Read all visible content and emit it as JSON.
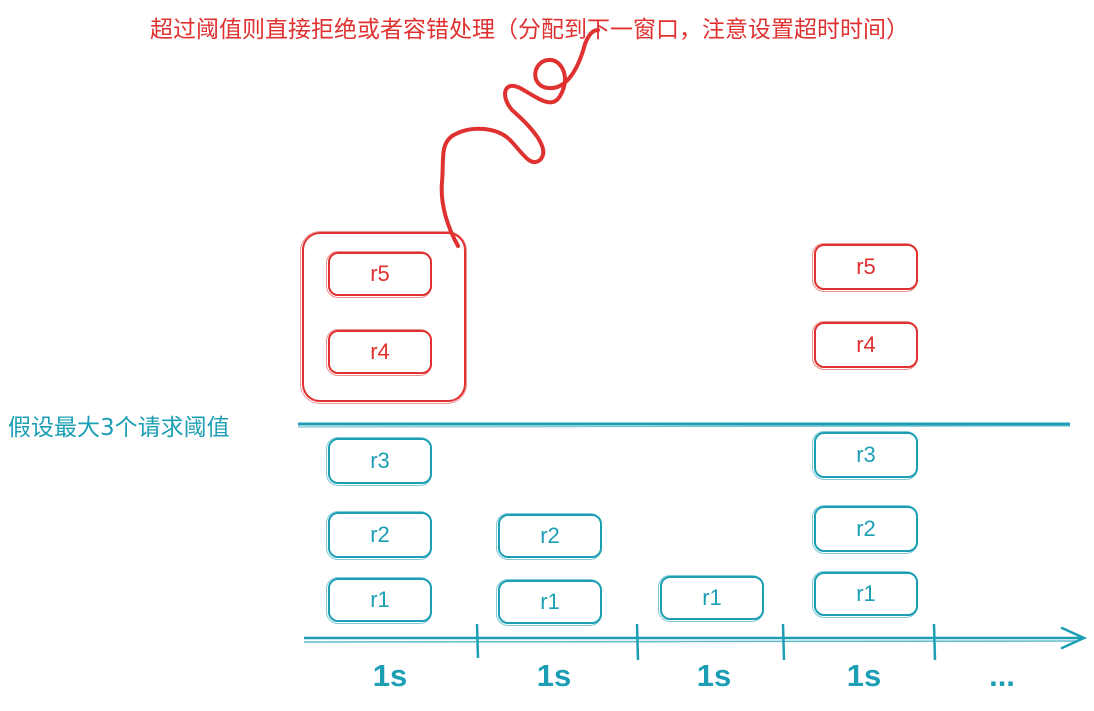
{
  "colors": {
    "red": "#e03131",
    "teal": "#1c9fb5",
    "axis": "#1c9fb5"
  },
  "annotation": {
    "text": "超过阈值则直接拒绝或者容错处理（分配到下一窗口，注意设置超时时间）"
  },
  "threshold": {
    "label": "假设最大3个请求阈值"
  },
  "timeline": {
    "ticks": [
      "1s",
      "1s",
      "1s",
      "1s",
      "..."
    ]
  },
  "windows": [
    {
      "accepted": [
        "r3",
        "r2",
        "r1"
      ],
      "rejected": [
        "r5",
        "r4"
      ]
    },
    {
      "accepted": [
        "r2",
        "r1"
      ],
      "rejected": []
    },
    {
      "accepted": [
        "r1"
      ],
      "rejected": []
    },
    {
      "accepted": [
        "r3",
        "r2",
        "r1"
      ],
      "rejected": [
        "r5",
        "r4"
      ]
    }
  ]
}
